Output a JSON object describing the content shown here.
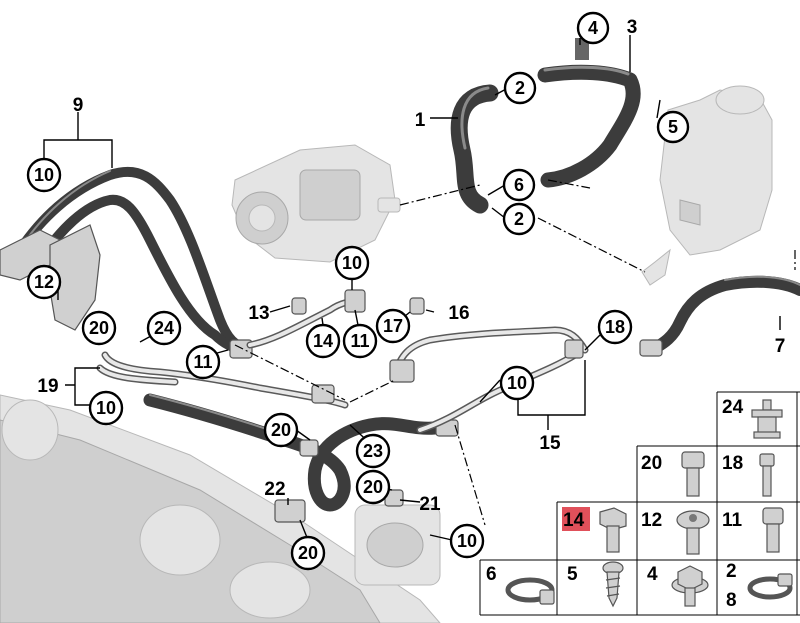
{
  "callouts": {
    "c4": "4",
    "c2a": "2",
    "c5": "5",
    "c6": "6",
    "c2b": "2",
    "c10a": "10",
    "c12": "12",
    "c10b": "10",
    "c20a": "20",
    "c24": "24",
    "c11a": "11",
    "c14": "14",
    "c11b": "11",
    "c17": "17",
    "c18": "18",
    "c10c": "10",
    "c10d": "10",
    "c20b": "20",
    "c23": "23",
    "c20c": "20",
    "c20d": "20",
    "c10e": "10"
  },
  "labels": {
    "l1": "1",
    "l3": "3",
    "l9": "9",
    "l13": "13",
    "l16": "16",
    "l19": "19",
    "l15": "15",
    "l22": "22",
    "l21": "21",
    "l7": "7"
  },
  "parts_table": {
    "cells": [
      {
        "label": "24",
        "icon": "screw-with-spacer-icon"
      },
      {
        "label": "20",
        "icon": "socket-head-cap-screw-icon"
      },
      {
        "label": "18",
        "icon": "bolt-icon"
      },
      {
        "label": "14",
        "icon": "hex-bolt-icon",
        "highlighted": true
      },
      {
        "label": "12",
        "icon": "torx-screw-icon"
      },
      {
        "label": "11",
        "icon": "socket-head-cap-screw-icon"
      },
      {
        "label": "6",
        "icon": "hose-clamp-icon"
      },
      {
        "label": "5",
        "icon": "self-tapping-screw-icon"
      },
      {
        "label": "4",
        "icon": "collar-nut-icon"
      },
      {
        "label": "2",
        "icon": "hose-clamp-icon"
      },
      {
        "label": "8",
        "icon": "hose-clamp-icon"
      }
    ],
    "highlight_color": "#e0505a"
  },
  "colors": {
    "hose": "#3c3c3c",
    "pipe": "#5a5a5a",
    "ghost_component": "#e4e4e4"
  }
}
